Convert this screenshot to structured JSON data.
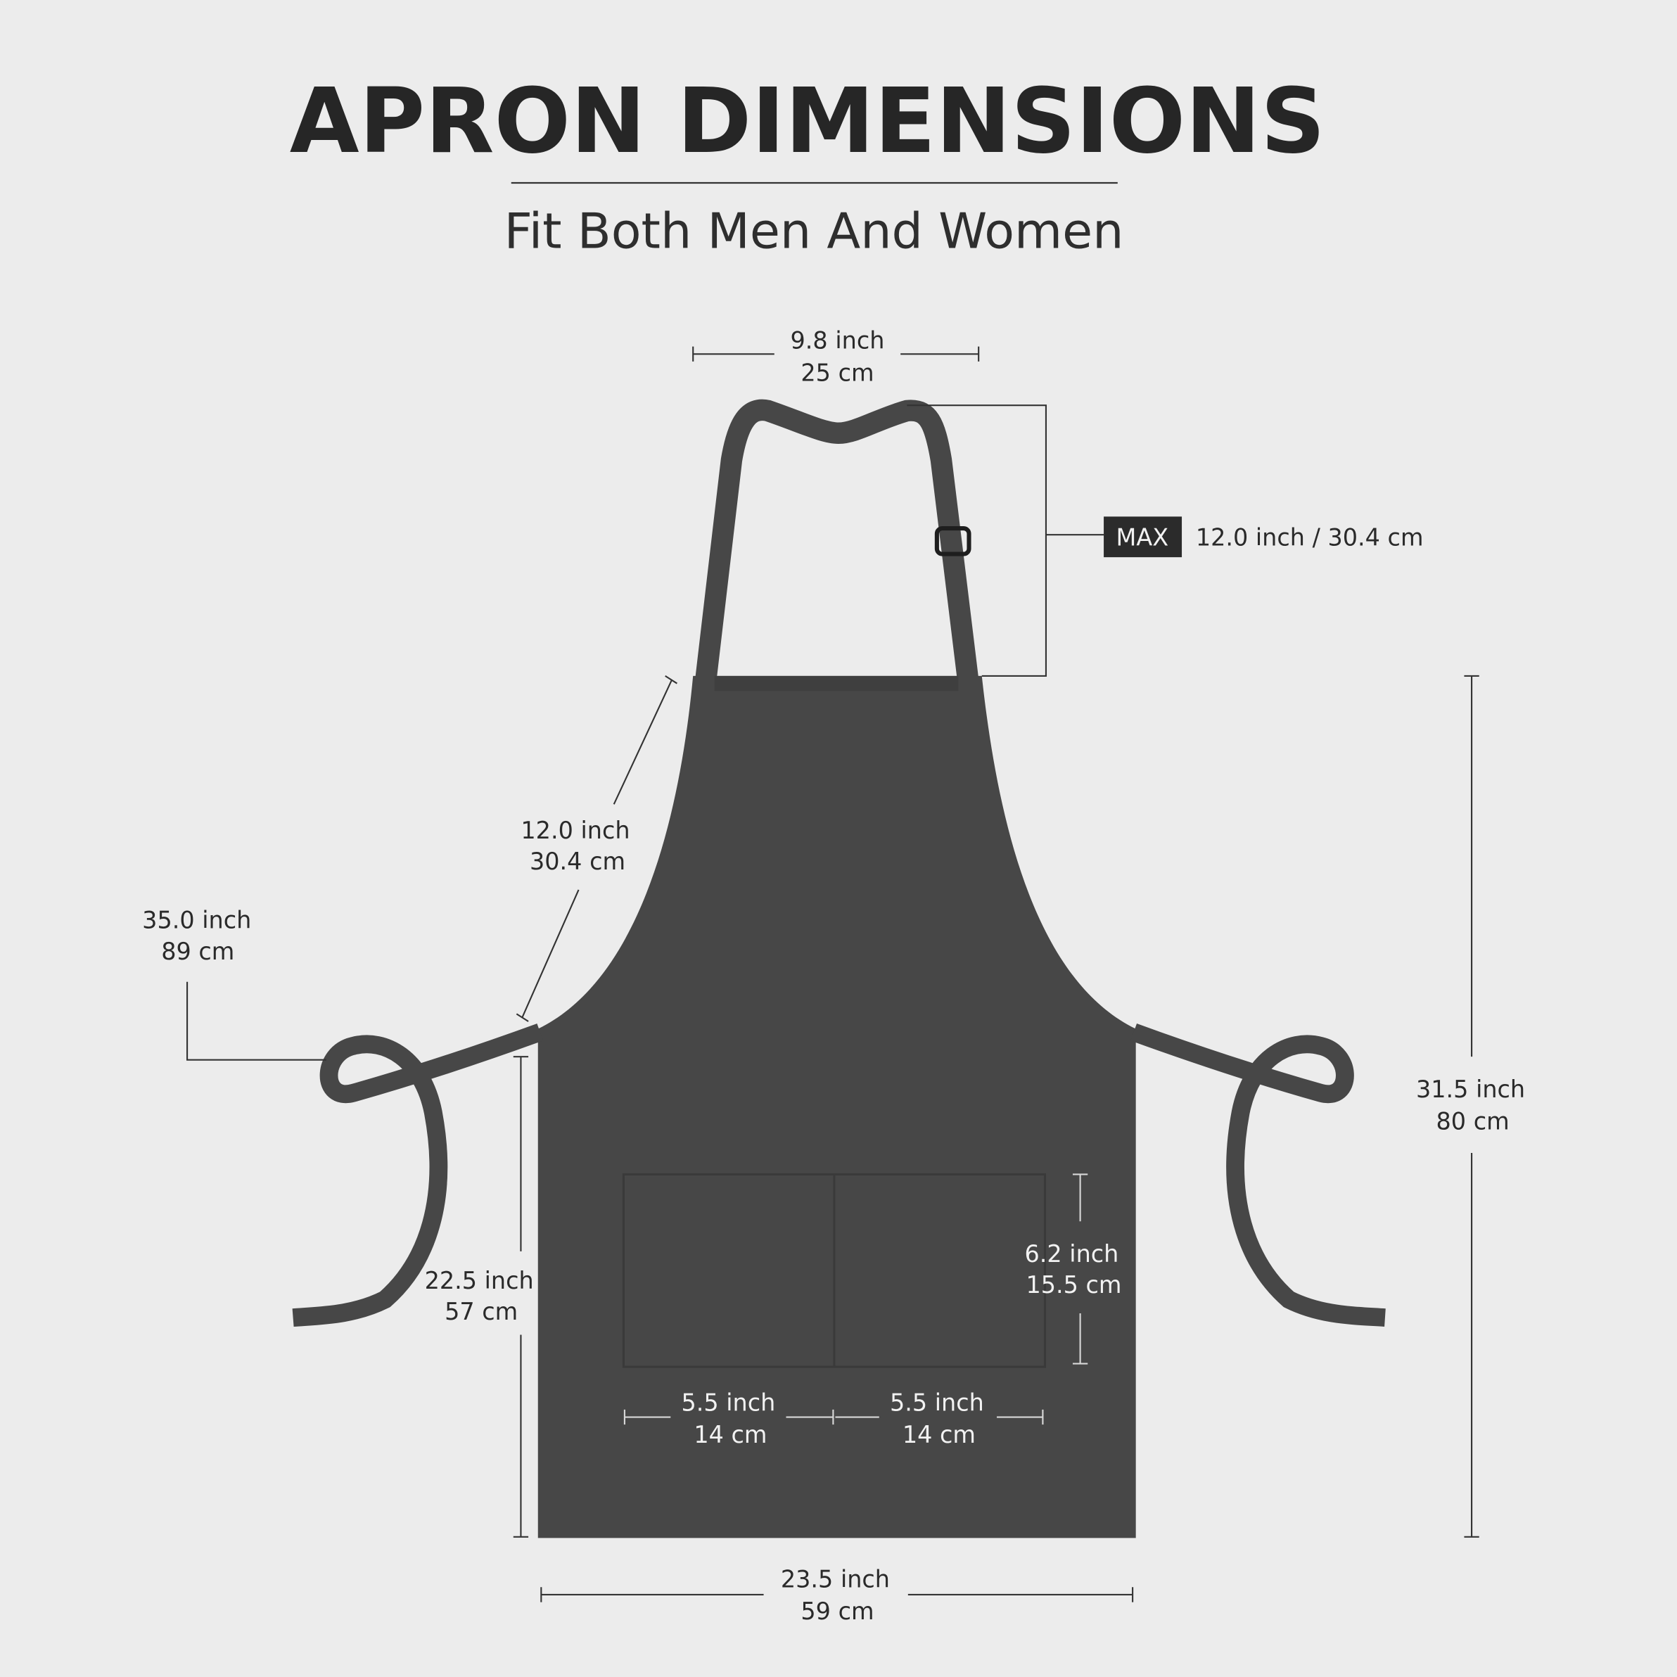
{
  "header": {
    "title": "APRON DIMENSIONS",
    "subtitle": "Fit Both Men And Women"
  },
  "colors": {
    "background": "#ececec",
    "apron": "#474747",
    "text": "#262626",
    "badge": "#2b2b2b"
  },
  "dimensions": {
    "neck_width": {
      "inch": "9.8 inch",
      "cm": "25 cm"
    },
    "neck_strap_max": {
      "badge": "MAX",
      "value": "12.0 inch / 30.4 cm"
    },
    "armhole": {
      "inch": "12.0 inch",
      "cm": "30.4 cm"
    },
    "waist_tie": {
      "inch": "35.0 inch",
      "cm": "89 cm"
    },
    "total_length": {
      "inch": "31.5 inch",
      "cm": "80 cm"
    },
    "skirt_length": {
      "inch": "22.5 inch",
      "cm": "57 cm"
    },
    "pocket_height": {
      "inch": "6.2 inch",
      "cm": "15.5 cm"
    },
    "pocket_left_width": {
      "inch": "5.5 inch",
      "cm": "14 cm"
    },
    "pocket_right_width": {
      "inch": "5.5 inch",
      "cm": "14 cm"
    },
    "bottom_width": {
      "inch": "23.5 inch",
      "cm": "59 cm"
    }
  }
}
